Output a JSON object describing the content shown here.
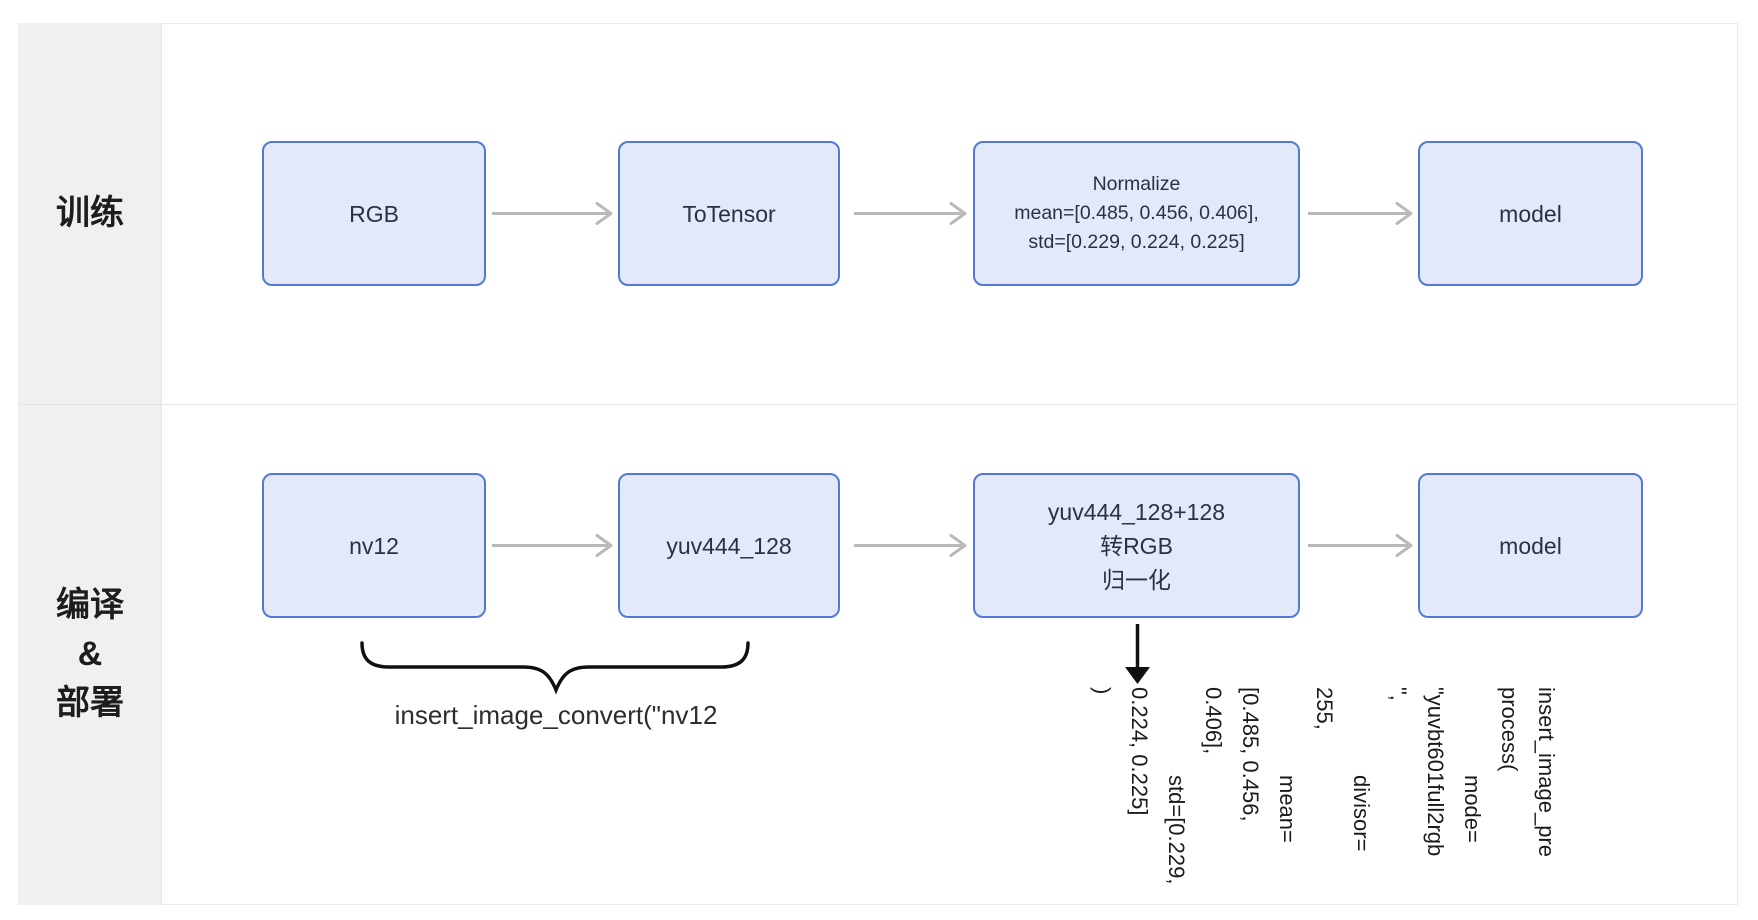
{
  "colors": {
    "box_fill": "#e3e9f9",
    "box_border": "#5279d6",
    "box_text": "#2a3142",
    "arrow_gray": "#b9b9b9",
    "annotation_black": "#101010",
    "sidebar_bg": "#eef0f1",
    "label_text": "#1d1d1d"
  },
  "sidebar": {
    "row1_label": "训练",
    "row2_label_lines": [
      "编译",
      "&",
      "部署"
    ]
  },
  "row1": {
    "boxes": [
      {
        "lines": [
          "RGB"
        ]
      },
      {
        "lines": [
          "ToTensor"
        ]
      },
      {
        "lines": [
          "Normalize",
          "mean=[0.485, 0.456, 0.406],",
          "std=[0.229, 0.224, 0.225]"
        ]
      },
      {
        "lines": [
          "model"
        ]
      }
    ]
  },
  "row2": {
    "boxes": [
      {
        "lines": [
          "nv12"
        ]
      },
      {
        "lines": [
          "yuv444_128"
        ]
      },
      {
        "lines": [
          "yuv444_128+128",
          "转RGB",
          "归一化"
        ]
      },
      {
        "lines": [
          "model"
        ]
      }
    ]
  },
  "annotations": {
    "brace_caption": "insert_image_convert(\"nv12",
    "preprocess_lines": [
      "insert_image_pre",
      "process(",
      "　　　　mode=",
      "\"yuvbt601full2rgb",
      "\",",
      "　　　　divisor=",
      "255,",
      "　　　　mean=",
      "[0.485, 0.456,",
      "0.406],",
      "　　　　std=[0.229,",
      "0.224, 0.225]",
      ")"
    ]
  }
}
